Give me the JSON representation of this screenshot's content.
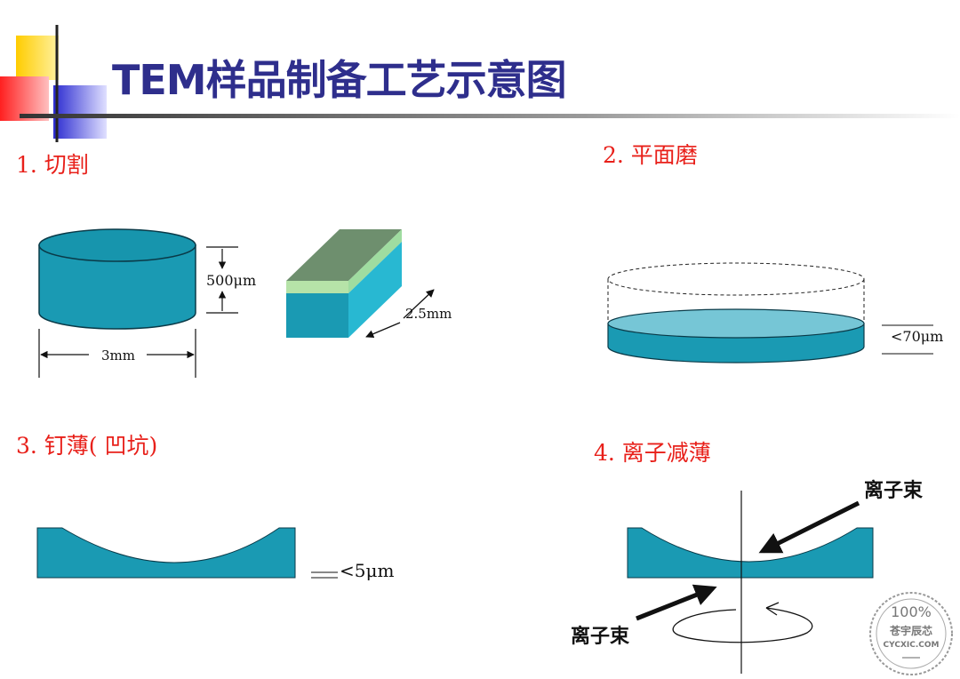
{
  "title": "TEM样品制备工艺示意图",
  "steps": [
    {
      "label": "1.  切割"
    },
    {
      "label": "2.  平面磨"
    },
    {
      "label": "3.  钉薄( 凹坑)"
    },
    {
      "label": "4.  离子减薄"
    }
  ],
  "step1": {
    "thickness": "500μm",
    "diameter": "3mm",
    "bar_length": "2.5mm"
  },
  "step2": {
    "thickness": "<70μm"
  },
  "step3": {
    "thickness": "<5μm"
  },
  "step4": {
    "beam_top": "离子束",
    "beam_bottom": "离子束"
  },
  "stamp": {
    "percent": "100%",
    "name": "苍宇辰芯",
    "site": "CYCXIC.COM"
  },
  "colors": {
    "title": "#2e2e8c",
    "step": "#e8201a",
    "teal": "#1a9ab3",
    "teal_light": "#76c6d6"
  }
}
